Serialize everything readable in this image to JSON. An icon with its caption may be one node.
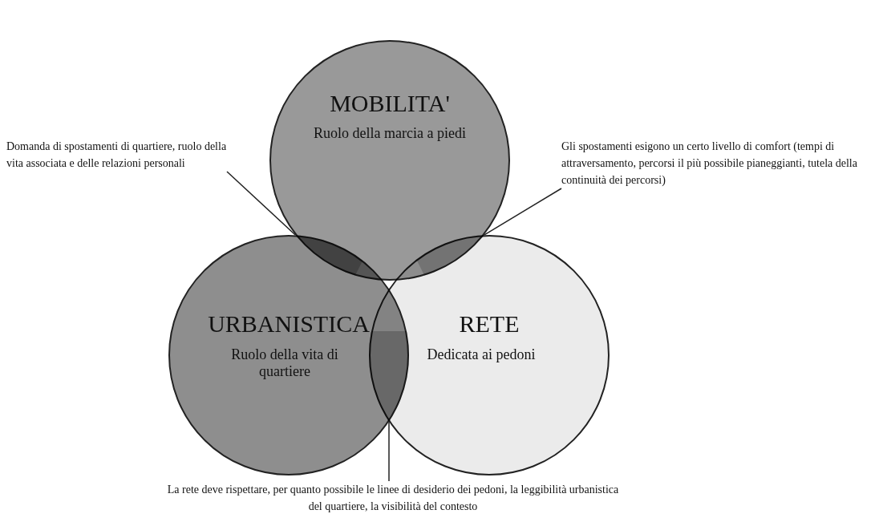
{
  "diagram": {
    "nodes": [
      {
        "text": [
          "MOBILITA'",
          "Ruolo della marcia a piedi"
        ]
      },
      {
        "text": [
          "Domanda di spostamenti di quartiere, ruolo della vita associata e delle relazioni personali"
        ]
      },
      {
        "text": [
          "Gli spostamenti esigono un certo livello di comfort (tempi di attraversamento, percorsi il più possibile pianeggianti, tutela della continuità dei percorsi)"
        ]
      },
      {
        "text": [
          "URBANISTICA",
          "Ruolo della vita di quartiere"
        ]
      },
      {
        "text": [
          "RETE",
          "Dedicata ai pedoni"
        ]
      },
      {
        "text": [
          "La rete deve rispettare, per quanto possibile le linee di desiderio dei pedoni, la leggibilità urbanistica del quartiere, la visibilità del contesto"
        ]
      },
      {
        "text": [],
        "shape": "lens"
      },
      {
        "text": [],
        "shape": "lens"
      },
      {
        "text": [],
        "shape": "lens"
      }
    ],
    "edges": [
      {
        "from": 1,
        "to": 6,
        "arrow": "none"
      },
      {
        "from": 2,
        "to": 7,
        "arrow": "none"
      },
      {
        "from": 5,
        "to": 8,
        "arrow": "none"
      }
    ]
  }
}
